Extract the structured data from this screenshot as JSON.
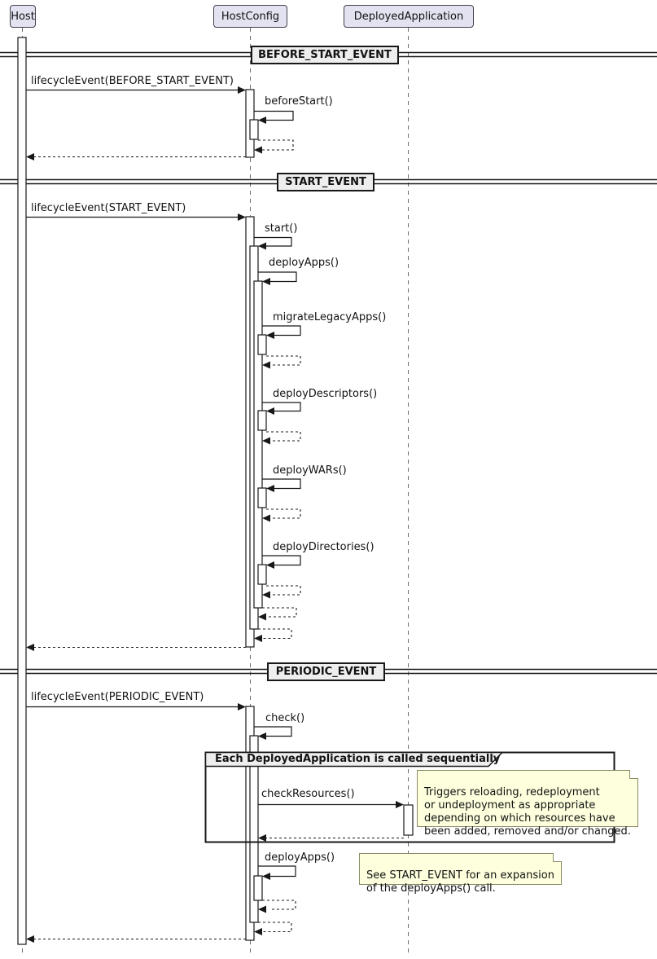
{
  "diagram": {
    "participants": [
      {
        "name": "Host"
      },
      {
        "name": "HostConfig"
      },
      {
        "name": "DeployedApplication"
      }
    ],
    "dividers": [
      {
        "label": "BEFORE_START_EVENT"
      },
      {
        "label": "START_EVENT"
      },
      {
        "label": "PERIODIC_EVENT"
      }
    ],
    "messages": {
      "lifecycle_before_start": "lifecycleEvent(BEFORE_START_EVENT)",
      "before_start": "beforeStart()",
      "lifecycle_start": "lifecycleEvent(START_EVENT)",
      "start": "start()",
      "deploy_apps": "deployApps()",
      "migrate_legacy_apps": "migrateLegacyApps()",
      "deploy_descriptors": "deployDescriptors()",
      "deploy_wars": "deployWARs()",
      "deploy_directories": "deployDirectories()",
      "lifecycle_periodic": "lifecycleEvent(PERIODIC_EVENT)",
      "check": "check()",
      "check_resources": "checkResources()",
      "deploy_apps_periodic": "deployApps()"
    },
    "group": {
      "title": "Each DeployedApplication is called sequentially"
    },
    "notes": [
      {
        "text": "Triggers reloading, redeployment\nor undeployment as appropriate\ndepending on which resources have\nbeen added, removed and/or changed."
      },
      {
        "text": "See START_EVENT for an expansion\nof the deployApps() call."
      }
    ],
    "colors": {
      "participant_fill": "#E2E2F0",
      "divider_fill": "#EEEEEE",
      "note_fill": "#FEFFDD",
      "line": "#181818"
    }
  }
}
